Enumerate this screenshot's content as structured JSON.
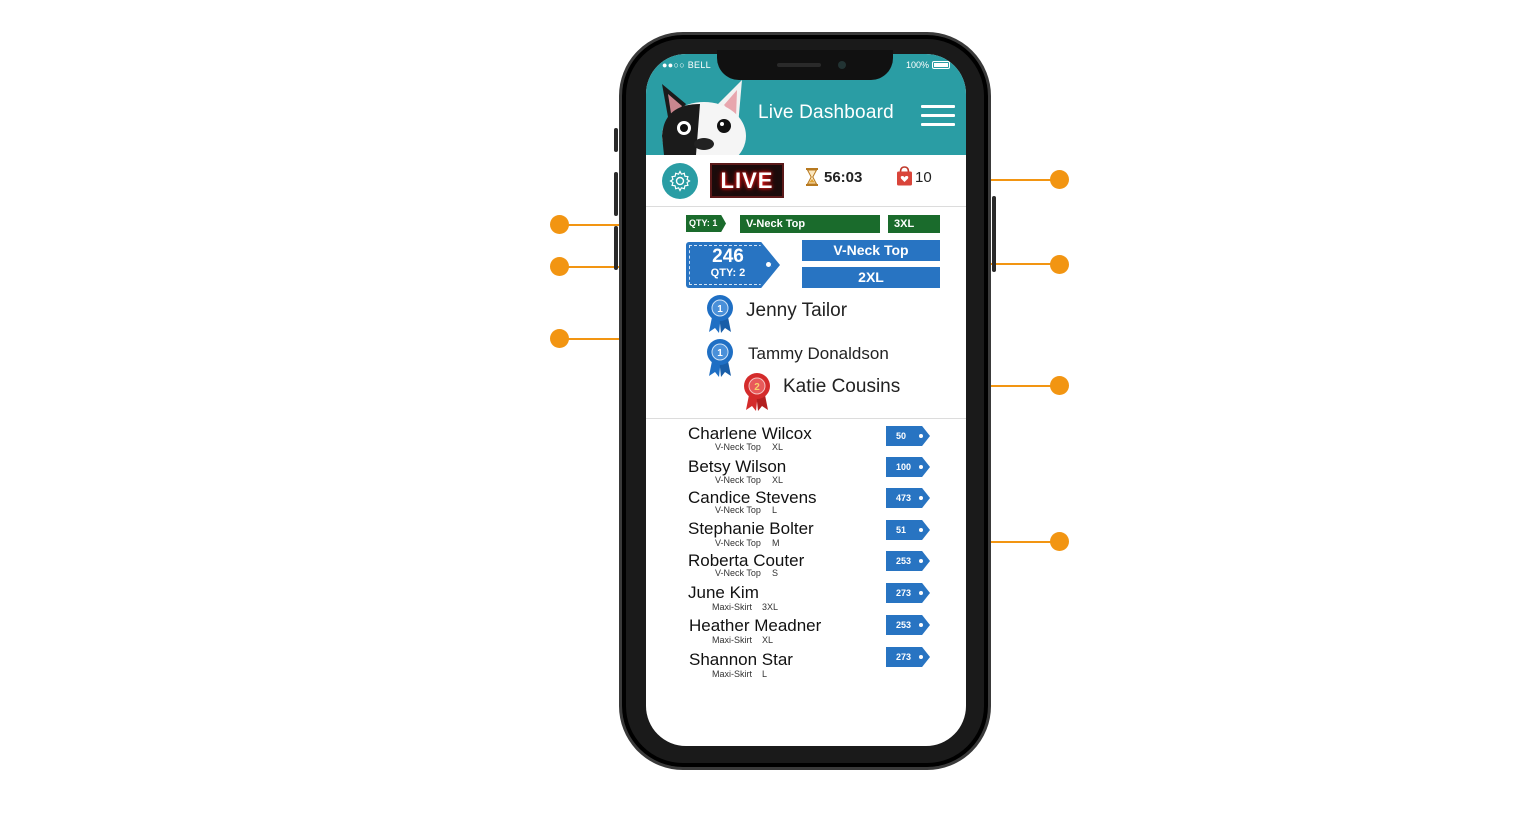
{
  "status_bar": {
    "carrier": "●●○○ BELL",
    "battery": "100%"
  },
  "header": {
    "title": "Live Dashboard"
  },
  "top_stats": {
    "live_label": "LIVE",
    "timer": "56:03",
    "cart_count": "10"
  },
  "current_item": {
    "qty_small": "QTY: 1",
    "name_small": "V-Neck Top",
    "size_small": "3XL",
    "price": "246",
    "qty": "QTY: 2",
    "name": "V-Neck Top",
    "size": "2XL"
  },
  "winners": [
    {
      "name": "Jenny Tailor",
      "rank": "1"
    },
    {
      "name": "Tammy Donaldson",
      "rank": "1"
    },
    {
      "name": "Katie Cousins",
      "rank": "2"
    }
  ],
  "claims": [
    {
      "name": "Charlene Wilcox",
      "item": "V-Neck Top",
      "size": "XL",
      "number": "50"
    },
    {
      "name": "Betsy Wilson",
      "item": "V-Neck Top",
      "size": "XL",
      "number": "100"
    },
    {
      "name": "Candice Stevens",
      "item": "V-Neck Top",
      "size": "L",
      "number": "473"
    },
    {
      "name": "Stephanie Bolter",
      "item": "V-Neck Top",
      "size": "M",
      "number": "51"
    },
    {
      "name": "Roberta Couter",
      "item": "V-Neck Top",
      "size": "S",
      "number": "253"
    },
    {
      "name": "June Kim",
      "item": "Maxi-Skirt",
      "size": "3XL",
      "number": "273"
    },
    {
      "name": "Heather Meadner",
      "item": "Maxi-Skirt",
      "size": "XL",
      "number": "253"
    },
    {
      "name": "Shannon Star",
      "item": "Maxi-Skirt",
      "size": "L",
      "number": "273"
    }
  ],
  "colors": {
    "teal": "#2a9da4",
    "blue": "#2874c2",
    "green": "#1a6b2c",
    "orange": "#f29512",
    "ribbon_blue": "#1f6fc4",
    "ribbon_red": "#d42b2b"
  }
}
